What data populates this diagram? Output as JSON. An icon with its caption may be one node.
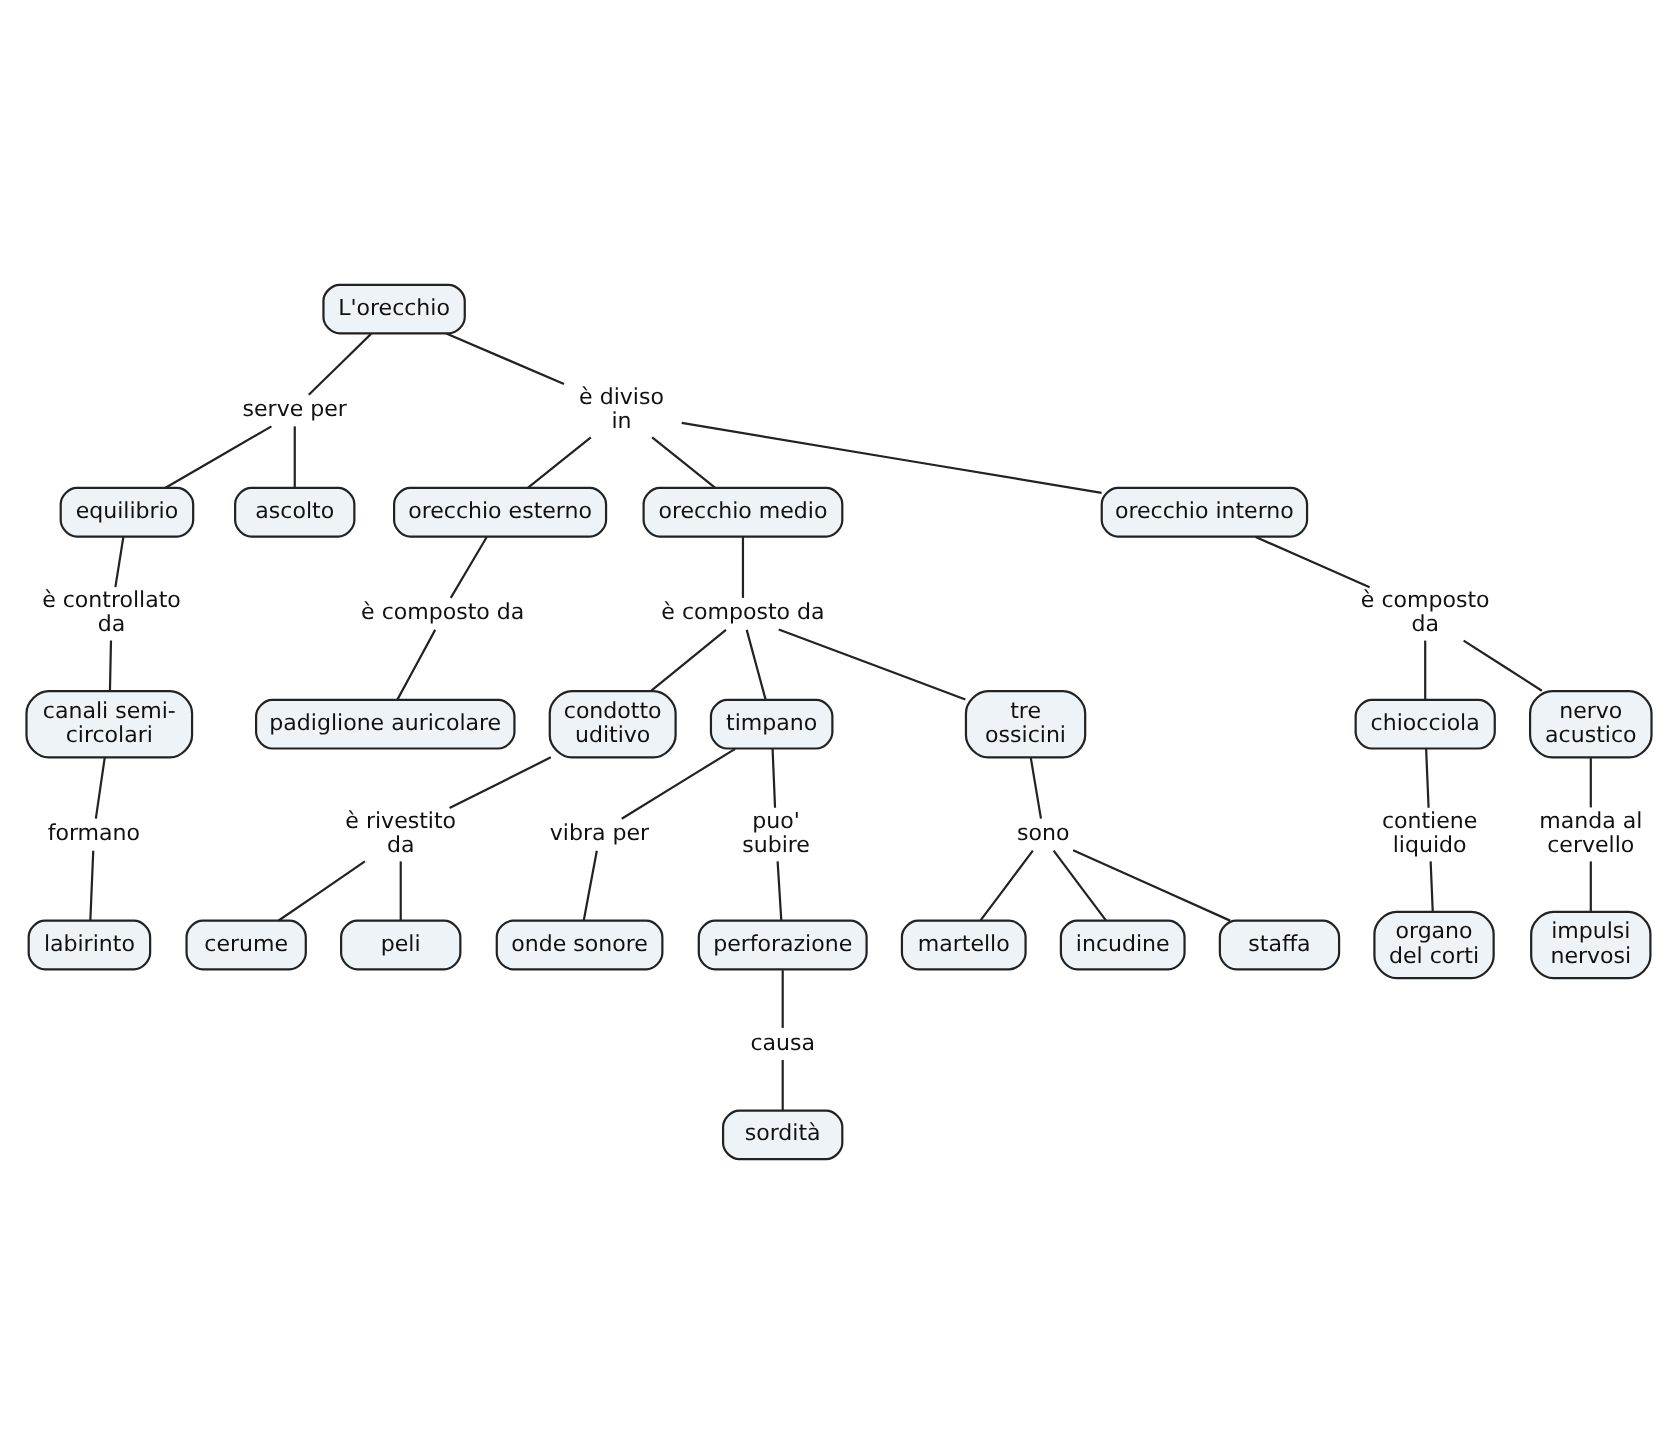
{
  "diagram": {
    "nodes": [
      {
        "text": [
          "L'orecchio"
        ]
      },
      {
        "text": [
          "serve per"
        ]
      },
      {
        "text": [
          "è diviso in"
        ]
      },
      {
        "text": [
          "equilibrio"
        ]
      },
      {
        "text": [
          "ascolto"
        ]
      },
      {
        "text": [
          "orecchio esterno"
        ]
      },
      {
        "text": [
          "orecchio medio"
        ]
      },
      {
        "text": [
          "orecchio interno"
        ]
      },
      {
        "text": [
          "è controllato da"
        ]
      },
      {
        "text": [
          "è composto da"
        ]
      },
      {
        "text": [
          "è composto da"
        ]
      },
      {
        "text": [
          "canali semi- circolari"
        ]
      },
      {
        "text": [
          "padiglione auricolare"
        ]
      },
      {
        "text": [
          "è composto da"
        ]
      },
      {
        "text": [
          "condotto uditivo"
        ]
      },
      {
        "text": [
          "timpano"
        ]
      },
      {
        "text": [
          "tre ossicini"
        ]
      },
      {
        "text": [
          "chiocciola"
        ]
      },
      {
        "text": [
          "nervo acustico"
        ]
      },
      {
        "text": [
          "formano"
        ]
      },
      {
        "text": [
          "è rivestito da"
        ]
      },
      {
        "text": [
          "vibra per"
        ]
      },
      {
        "text": [
          "puo' subire"
        ]
      },
      {
        "text": [
          "sono"
        ]
      },
      {
        "text": [
          "contiene liquido"
        ]
      },
      {
        "text": [
          "manda al cervello"
        ]
      },
      {
        "text": [
          "labirinto"
        ]
      },
      {
        "text": [
          "onde sonore"
        ]
      },
      {
        "text": [
          "martello"
        ]
      },
      {
        "text": [
          "staffa"
        ]
      },
      {
        "text": [
          "organo del corti"
        ]
      },
      {
        "text": [
          "impulsi nervosi"
        ]
      },
      {
        "text": [
          "cerume"
        ]
      },
      {
        "text": [
          "peli"
        ]
      },
      {
        "text": [
          "incudine"
        ]
      },
      {
        "text": [
          "perforazione"
        ]
      },
      {
        "text": [
          "causa"
        ]
      },
      {
        "text": [
          "sordità"
        ]
      }
    ],
    "edges": [
      {
        "from": 0,
        "to": 1,
        "arrow": "none"
      },
      {
        "from": 0,
        "to": 2,
        "arrow": "none"
      },
      {
        "from": 1,
        "to": 3,
        "arrow": "none"
      },
      {
        "from": 1,
        "to": 4,
        "arrow": "none"
      },
      {
        "from": 2,
        "to": 5,
        "arrow": "none"
      },
      {
        "from": 2,
        "to": 6,
        "arrow": "none"
      },
      {
        "from": 2,
        "to": 7,
        "arrow": "none"
      },
      {
        "from": 3,
        "to": 8,
        "arrow": "none"
      },
      {
        "from": 5,
        "to": 9,
        "arrow": "none"
      },
      {
        "from": 6,
        "to": 10,
        "arrow": "none"
      },
      {
        "from": 7,
        "to": 13,
        "arrow": "none"
      },
      {
        "from": 8,
        "to": 11,
        "arrow": "none"
      },
      {
        "from": 9,
        "to": 12,
        "arrow": "none"
      },
      {
        "from": 10,
        "to": 14,
        "arrow": "none"
      },
      {
        "from": 10,
        "to": 15,
        "arrow": "none"
      },
      {
        "from": 10,
        "to": 16,
        "arrow": "none"
      },
      {
        "from": 13,
        "to": 17,
        "arrow": "none"
      },
      {
        "from": 13,
        "to": 18,
        "arrow": "none"
      },
      {
        "from": 11,
        "to": 19,
        "arrow": "none"
      },
      {
        "from": 14,
        "to": 20,
        "arrow": "none"
      },
      {
        "from": 15,
        "to": 21,
        "arrow": "none"
      },
      {
        "from": 15,
        "to": 22,
        "arrow": "none"
      },
      {
        "from": 16,
        "to": 23,
        "arrow": "none"
      },
      {
        "from": 17,
        "to": 24,
        "arrow": "none"
      },
      {
        "from": 18,
        "to": 25,
        "arrow": "none"
      },
      {
        "from": 19,
        "to": 26,
        "arrow": "none"
      },
      {
        "from": 20,
        "to": 32,
        "arrow": "none"
      },
      {
        "from": 20,
        "to": 33,
        "arrow": "none"
      },
      {
        "from": 21,
        "to": 27,
        "arrow": "none"
      },
      {
        "from": 22,
        "to": 35,
        "arrow": "none"
      },
      {
        "from": 23,
        "to": 28,
        "arrow": "none"
      },
      {
        "from": 23,
        "to": 34,
        "arrow": "none"
      },
      {
        "from": 23,
        "to": 29,
        "arrow": "none"
      },
      {
        "from": 24,
        "to": 30,
        "arrow": "none"
      },
      {
        "from": 25,
        "to": 31,
        "arrow": "none"
      },
      {
        "from": 35,
        "to": 36,
        "arrow": "none"
      },
      {
        "from": 36,
        "to": 37,
        "arrow": "none"
      }
    ]
  }
}
